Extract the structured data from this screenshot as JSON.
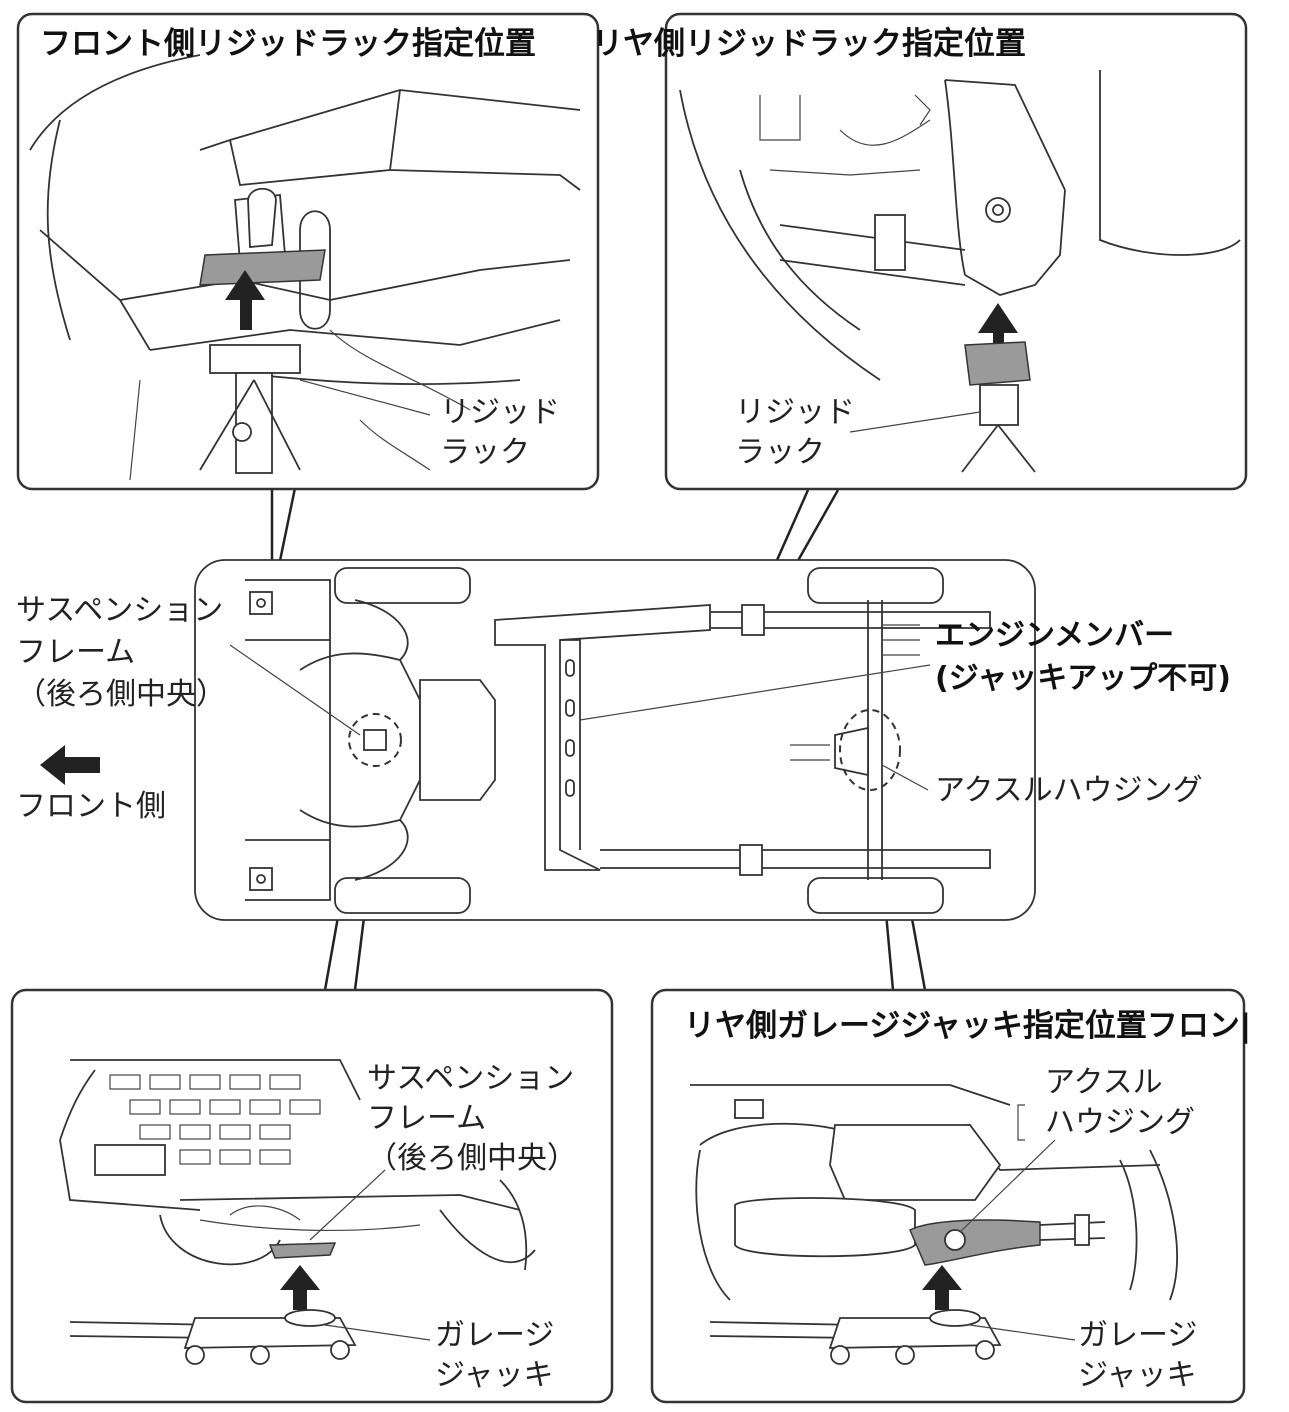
{
  "panels": {
    "front_rack": {
      "title": "フロント側リジッドラック指定位置",
      "rack_line1": "リジッド",
      "rack_line2": "ラック"
    },
    "rear_rack": {
      "title": "リヤ側リジッドラック指定位置",
      "rack_line1": "リジッド",
      "rack_line2": "ラック"
    },
    "front_jack": {
      "susp_line1": "サスペンション",
      "susp_line2": "フレーム",
      "susp_line3": "（後ろ側中央）",
      "jack_line1": "ガレージ",
      "jack_line2": "ジャッキ"
    },
    "rear_jack": {
      "title": "リヤ側ガレージジャッキ指定位置フロン|",
      "axle_line1": "アクスル",
      "axle_line2": "ハウジング",
      "jack_line1": "ガレージ",
      "jack_line2": "ジャッキ"
    }
  },
  "chassis": {
    "susp_line1": "サスペンション",
    "susp_line2": "フレーム",
    "susp_line3": "（後ろ側中央）",
    "front_side": "フロント側",
    "engine_line1": "エンジンメンバー",
    "engine_line2": "(ジャッキアップ不可)",
    "axle_housing": "アクスルハウジング"
  }
}
